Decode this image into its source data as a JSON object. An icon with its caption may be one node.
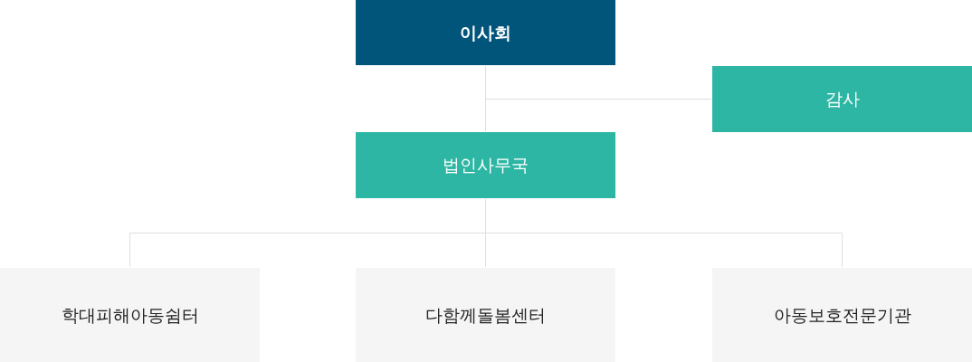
{
  "diagram": {
    "nodes": [
      {
        "text": [
          "이사회"
        ]
      },
      {
        "text": [
          "감사"
        ]
      },
      {
        "text": [
          "법인사무국"
        ]
      },
      {
        "text": [
          "학대피해아동쉼터"
        ]
      },
      {
        "text": [
          "다함께돌봄센터"
        ]
      },
      {
        "text": [
          "아동보호전문기관"
        ]
      }
    ],
    "edges": [
      {
        "from": 0,
        "to": 2,
        "arrow": "none"
      },
      {
        "from": 0,
        "to": 1,
        "arrow": "none"
      },
      {
        "from": 2,
        "to": 3,
        "arrow": "none"
      },
      {
        "from": 2,
        "to": 4,
        "arrow": "none"
      },
      {
        "from": 2,
        "to": 5,
        "arrow": "none"
      }
    ]
  }
}
